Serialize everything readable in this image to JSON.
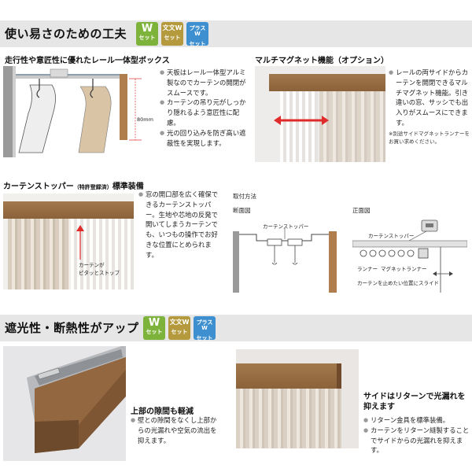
{
  "section1": {
    "title": "使い易さのための工夫",
    "badges": [
      {
        "top": "W",
        "bottom": "セット",
        "color": "#7db33a"
      },
      {
        "top": "文文W",
        "bottom": "セット",
        "color": "#b49a3d"
      },
      {
        "top": "プラスW",
        "bottom": "セット",
        "color": "#3d8fcf"
      }
    ]
  },
  "box": {
    "heading": "走行性や意匠性に優れたレール一体型ボックス",
    "dimension": "80mm",
    "bullets": [
      "天板はレール一体型アルミ製なのでカーテンの開閉がスムースです。",
      "カーテンの吊り元がしっかり隠れるよう意匠性に配慮。",
      "光の回り込みを防ぎ高い遮蔽性を実現します。"
    ]
  },
  "magnet": {
    "heading": "マルチマグネット機能（オプション）",
    "bullet": "レールの両サイドからカーテンを開閉できるマルチマグネット機能。引き違いの窓、サッシでも出入りがスムースにできます。",
    "note": "※別途サイドマグネットランナーをお買い求めください。"
  },
  "stopper": {
    "heading": "カーテンストッパー",
    "heading_small": "（特許登録済）",
    "heading_suffix": "標準装備",
    "photo_label": "カーテンが\nピタッとストップ",
    "bullet": "窓の開口部を広く確保できるカーテンストッパー。生地や芯地の反発で開いてしまうカーテンでも、いつもの操作でお好きな位置にとめられます。",
    "install_title": "取付方法",
    "section_view": "断面図",
    "front_view": "正面図",
    "label_stopper_a": "カーテンストッパー",
    "label_stopper_b": "カーテンストッパー",
    "label_runner": "ランナー",
    "label_magnet_runner": "マグネットランナー",
    "label_slide": "カーテンを止めたい位置にスライド"
  },
  "section2": {
    "title": "遮光性・断熱性がアップ",
    "badges": [
      {
        "top": "W",
        "bottom": "セット",
        "color": "#7db33a"
      },
      {
        "top": "文文W",
        "bottom": "セット",
        "color": "#b49a3d"
      },
      {
        "top": "プラスW",
        "bottom": "セット",
        "color": "#3d8fcf"
      }
    ]
  },
  "gap": {
    "heading": "上部の隙間も軽減",
    "bullet": "壁との隙間をなくし上部からの光漏れや空気の流出を抑えます。"
  },
  "side": {
    "heading": "サイドはリターンで光漏れを抑えます",
    "bullets": [
      "リターン金具を標準装備。",
      "カーテンをリターン縫製することでサイドからの光漏れを抑えます。"
    ]
  }
}
